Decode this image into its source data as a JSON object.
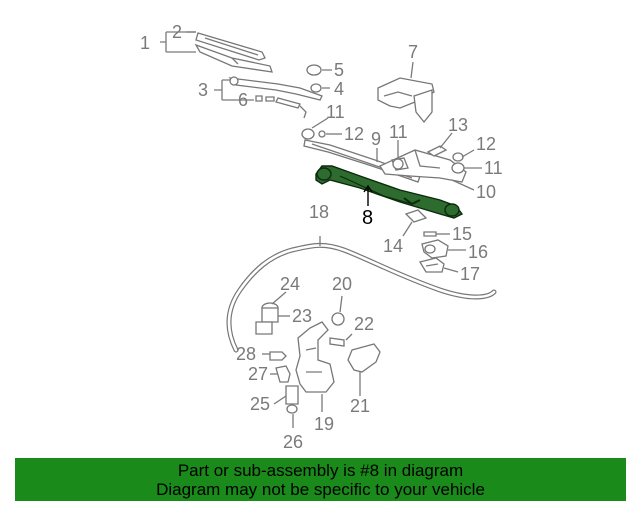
{
  "diagram": {
    "callouts": [
      "1",
      "2",
      "3",
      "4",
      "5",
      "6",
      "7",
      "8",
      "9",
      "10",
      "11",
      "11",
      "11",
      "11",
      "12",
      "12",
      "13",
      "14",
      "15",
      "16",
      "17",
      "18",
      "19",
      "20",
      "21",
      "22",
      "23",
      "24",
      "25",
      "26",
      "27",
      "28"
    ],
    "highlighted_part": "8",
    "highlight_color": "#2e6b2e"
  },
  "banner": {
    "line1": "Part or sub-assembly is #8 in diagram",
    "line2": "Diagram may not be specific to your vehicle",
    "background": "#1a8a1a"
  }
}
